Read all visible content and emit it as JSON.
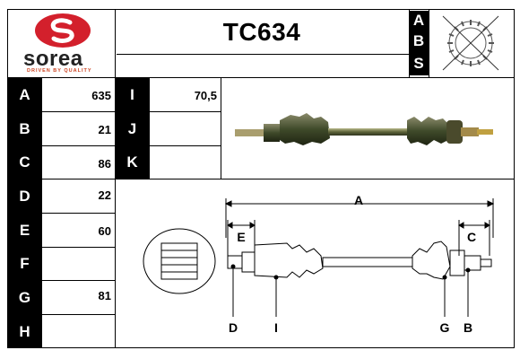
{
  "brand": {
    "name": "sorea",
    "tagline": "DRIVEN BY QUALITY",
    "color": "#d3202c"
  },
  "part_code": "TC634",
  "header_letters": [
    "A",
    "B",
    "S"
  ],
  "specs_left": [
    {
      "label": "A",
      "value": "635"
    },
    {
      "label": "B",
      "value": "21"
    },
    {
      "label": "C",
      "value": "86"
    },
    {
      "label": "D",
      "value": "22"
    },
    {
      "label": "E",
      "value": "60"
    },
    {
      "label": "F",
      "value": ""
    },
    {
      "label": "G",
      "value": "81"
    },
    {
      "label": "H",
      "value": ""
    }
  ],
  "specs_right": [
    {
      "label": "I",
      "value": "70,5"
    },
    {
      "label": "J",
      "value": ""
    },
    {
      "label": "K",
      "value": ""
    }
  ],
  "diagram": {
    "dim_a": "A",
    "dim_c": "C",
    "dim_e": "E",
    "callout_d": "D",
    "callout_i": "I",
    "callout_g": "G",
    "callout_b": "B"
  }
}
